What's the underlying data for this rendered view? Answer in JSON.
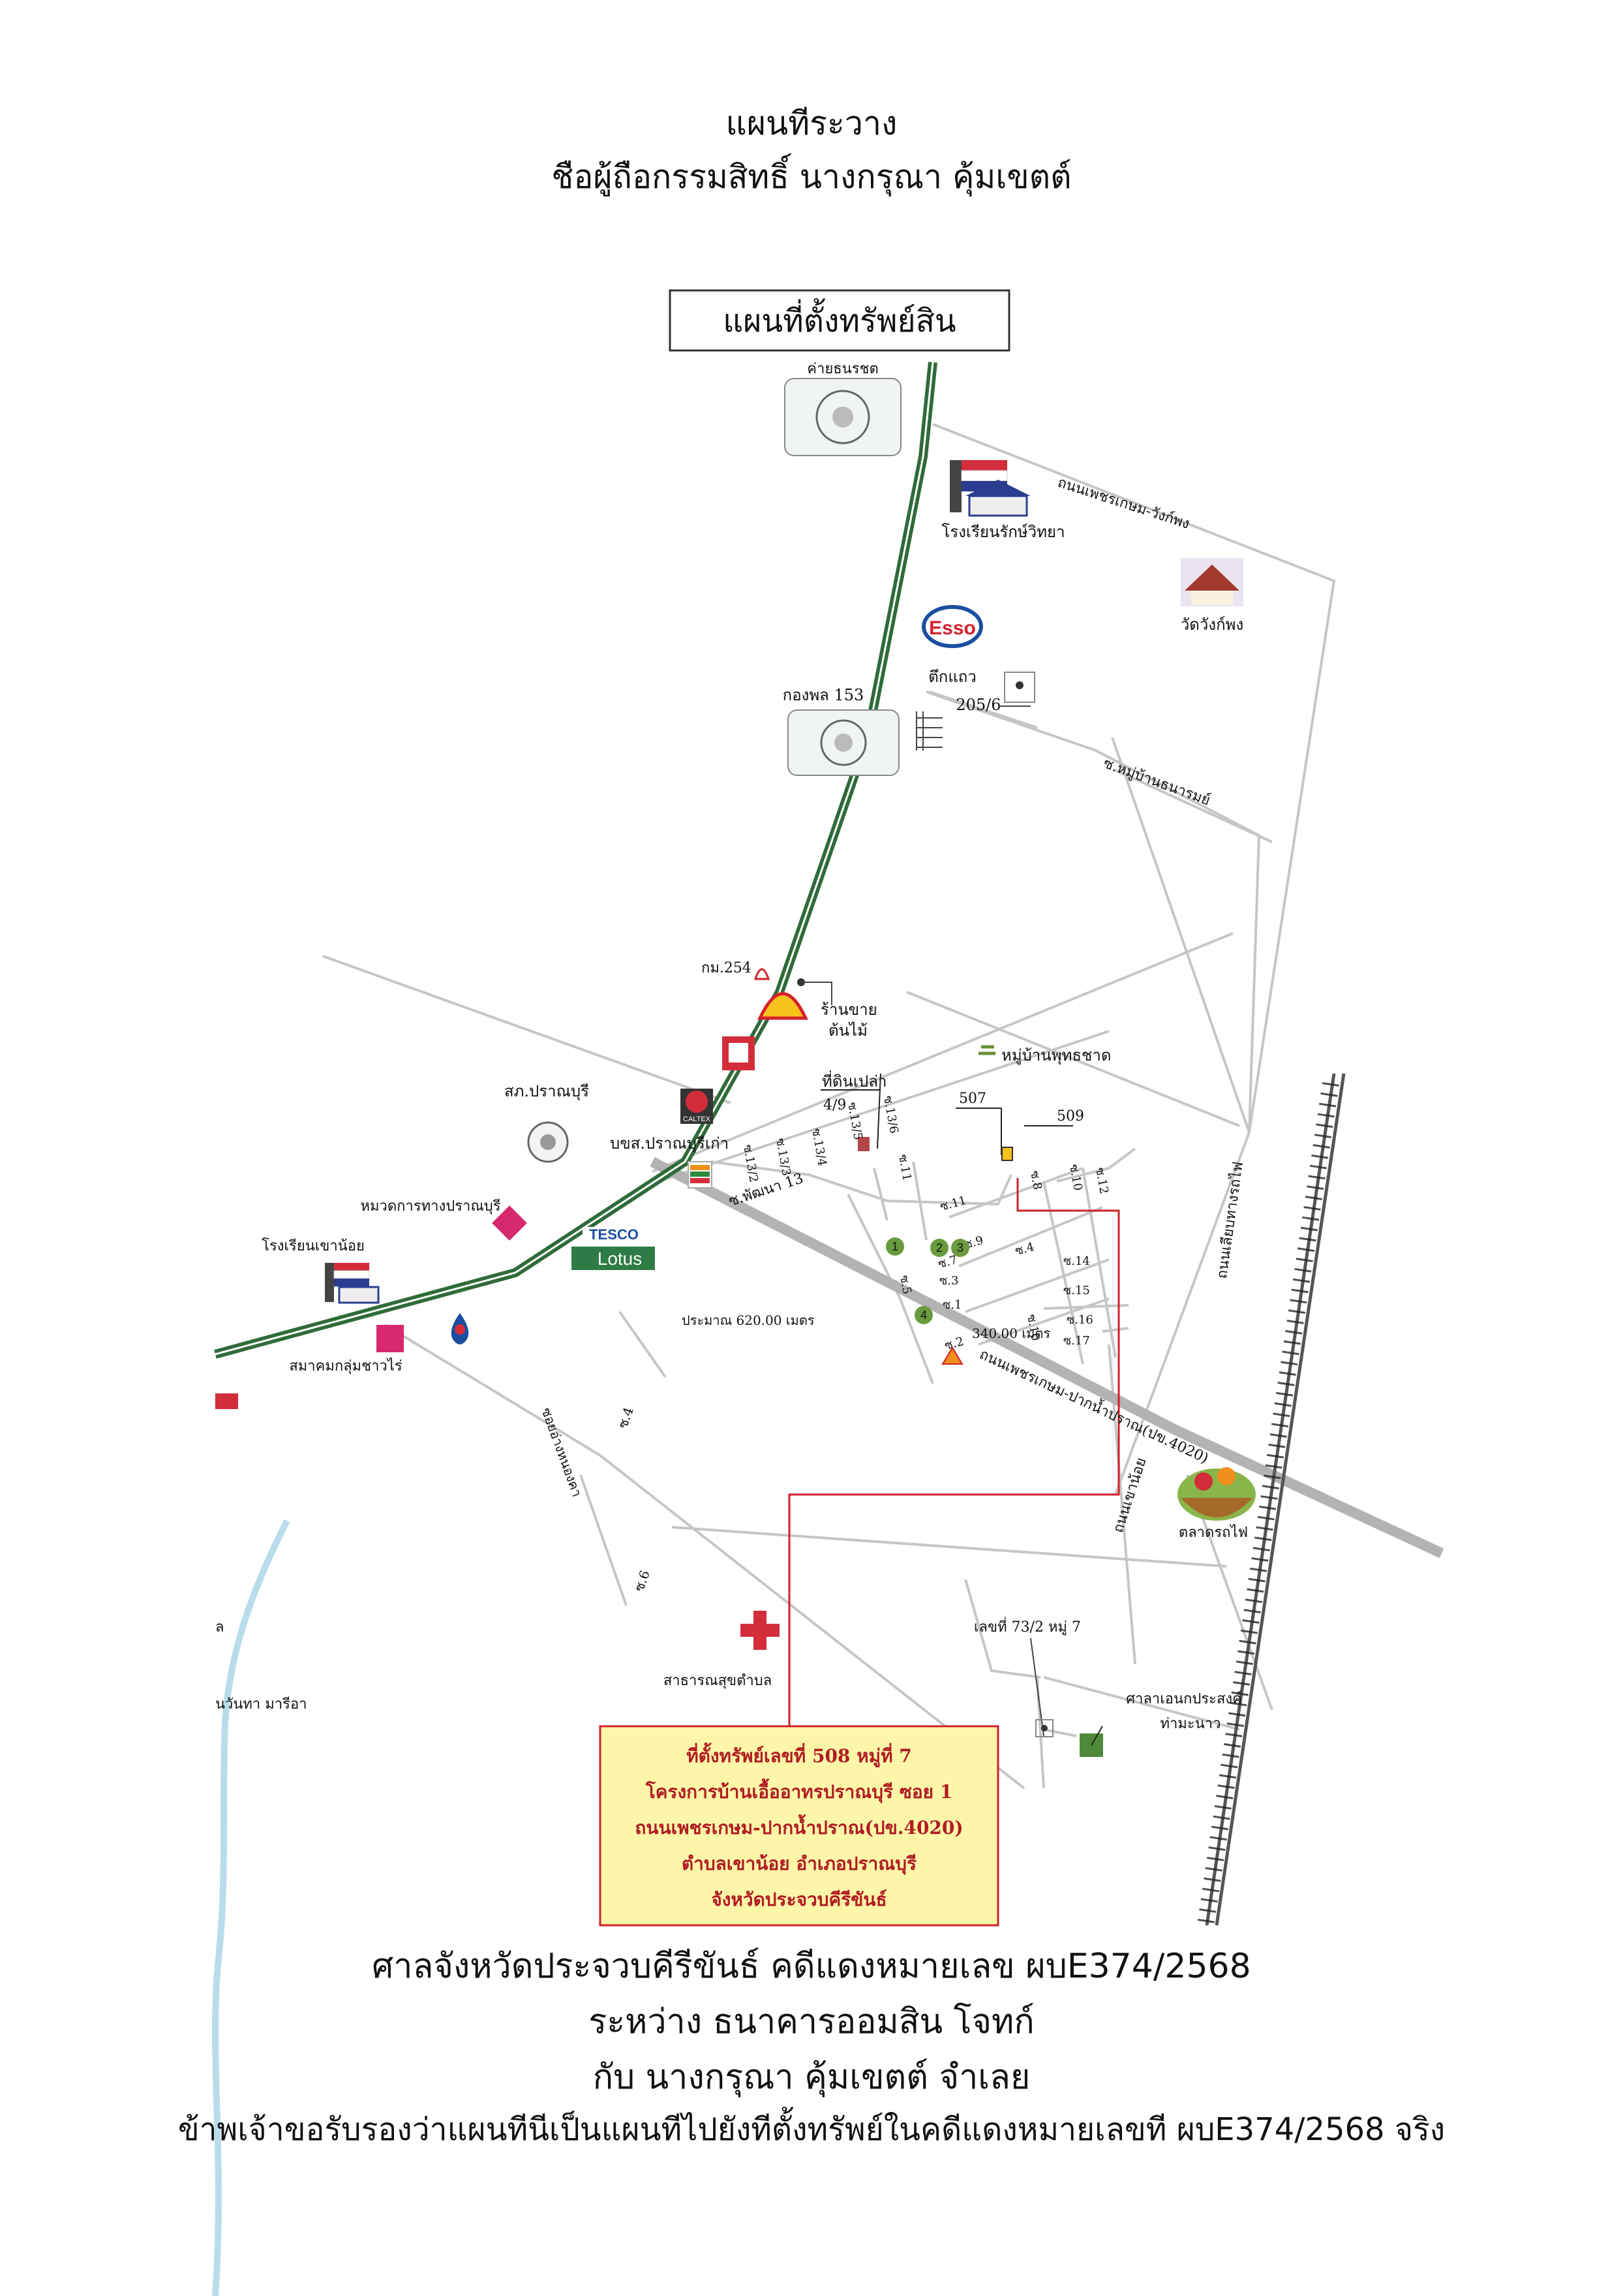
{
  "header": {
    "line1": "แผนทีระวาง",
    "line2": "ชือผู้ถือกรรมสิทธิ์ นางกรุณา คุ้มเขตต์"
  },
  "map": {
    "title": "แผนที่ตั้งทรัพย์สิน",
    "labels": {
      "camp_top": "ค่ายธนรชต",
      "school_rak": "โรงเรียนรักษ์วิทยา",
      "road_top": "ถนนเพชรเกษม-วังก์พง",
      "temple": "วัดวังก์พง",
      "esso": "Esso",
      "shophouse": "ตึกแถว",
      "house_2056": "205/6",
      "regiment": "กองพล 153",
      "village_road": "ซ.หมู่บ้านธนารมย์",
      "km_marker": "กม.254",
      "shop": "ร้านขาย",
      "shop2": "ต้นไม้",
      "village_buddha": "หมู่บ้านพุทธชาด",
      "empty_land": "ที่ดินเปล่า",
      "police": "สภ.ปราณบุรี",
      "bank_old": "บขส.ปราณบุรีเก่า",
      "caltex": "CALTEX",
      "highway_unit": "หมวดการทางปราณบุรี",
      "tesco": "TESCO",
      "lotus": "Lotus",
      "school_kn": "โรงเรียนเขาน้อย",
      "soi_phatthana": "ซ.พัฒนา 13",
      "no_49": "4/9",
      "no_507": "507",
      "no_509": "509",
      "distance_620": "ประมาณ 620.00 เมตร",
      "distance_340": "340.00 เมตร",
      "association": "สมาคมกลุ่มชาวไร่",
      "soi_4": "ซ.4",
      "soi_6": "ซ.6",
      "soi_nongkham": "ซอยอ่างหนองคา",
      "road_main": "ถนนเพชรเกษม-ปากน้ำปราณ(ปข.4020)",
      "road_khaonoi": "ถนนเขาน้อย",
      "road_rail": "ถนนเลียบทางรถไฟ",
      "market": "ตลาดรถไฟ",
      "health_center": "สาธารณสุขตำบล",
      "house_732": "เลขที่ 73/2 หมู่ 7",
      "pavilion": "ศาลาเอนกประสงค์",
      "pavilion2": "ท่ามะนาว",
      "edge_l": "ล",
      "edge_wan": "นวันทา มารีอา",
      "soi_1": "ซ.1",
      "soi_2": "ซ.2",
      "soi_3": "ซ.3",
      "soi_4b": "ซ.4",
      "soi_5": "ซ.5",
      "soi_7": "ซ.7",
      "soi_8": "ซ.8",
      "soi_9": "ซ.9",
      "soi_10": "ซ.10",
      "soi_10b": "ซ.10",
      "soi_11": "ซ.11",
      "soi_11b": "ซ.11",
      "soi_12": "ซ.12",
      "soi_14": "ซ.14",
      "soi_15": "ซ.15",
      "soi_16": "ซ.16",
      "soi_17": "ซ.17",
      "soi_132": "ซ.13/2",
      "soi_133": "ซ.13/3",
      "soi_134": "ซ.13/4",
      "soi_135": "ซ.13/5",
      "soi_136": "ซ.13/6",
      "c1": "1",
      "c2": "2",
      "c3": "3",
      "c4": "4"
    },
    "callout": {
      "line1": "ที่ตั้งทรัพย์เลขที่ 508 หมู่ที่ 7",
      "line2": "โครงการบ้านเอื้ออาทรปราณบุรี ซอย 1",
      "line3": "ถนนเพชรเกษม-ปากน้ำปราณ(ปข.4020)",
      "line4": "ตำบลเขาน้อย อำเภอปราณบุรี",
      "line5": "จังหวัดประจวบคีรีขันธ์"
    },
    "colors": {
      "highway": "#2f6b3a",
      "route": "#d0202a",
      "callout_fill": "#fdf5a8",
      "callout_border": "#d0202a",
      "river": "#b9dcea"
    }
  },
  "footer": {
    "line1": "ศาลจังหวัดประจวบคีรีขันธ์ คดีแดงหมายเลข ผบE374/2568",
    "line2": "ระหว่าง ธนาคารออมสิน โจทก์",
    "line3": "กับ นางกรุณา คุ้มเขตต์ จำเลย",
    "line4": "ข้าพเจ้าขอรับรองว่าแผนทีนีเป็นแผนทีไปยังทีตั้งทรัพย์ในคดีแดงหมายเลขที ผบE374/2568 จริง"
  }
}
